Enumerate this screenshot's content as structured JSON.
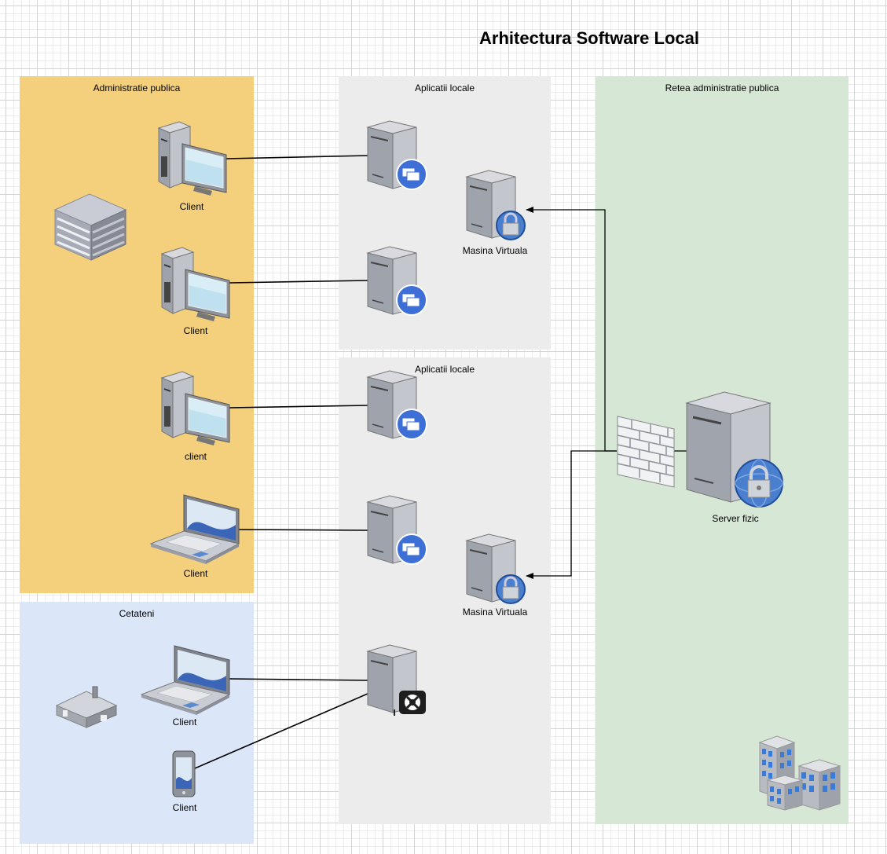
{
  "diagram": {
    "title": "Arhitectura Software Local",
    "zones": {
      "admin": "Administratie publica",
      "citizens": "Cetateni",
      "apps_top": "Aplicatii locale",
      "apps_bottom": "Aplicatii locale",
      "network": "Retea administratie publica"
    },
    "labels": {
      "client_1": "Client",
      "client_2": "Client",
      "client_3": "client",
      "client_4": "Client",
      "client_5": "Client",
      "client_6": "Client",
      "vm_top": "Masina Virtuala",
      "vm_bottom": "Masina Virtuala",
      "server": "Server fizic"
    },
    "colors": {
      "admin_zone": "#f4d07c",
      "citizens_zone": "#dbe6f8",
      "apps_zone": "#ececec",
      "network_zone": "#d6e7d6"
    },
    "icons": [
      "building-icon",
      "desktop-icon",
      "laptop-icon",
      "phone-icon",
      "house-icon",
      "app-server-icon",
      "vm-server-icon",
      "firewall-icon",
      "physical-server-icon",
      "office-buildings-icon"
    ]
  }
}
